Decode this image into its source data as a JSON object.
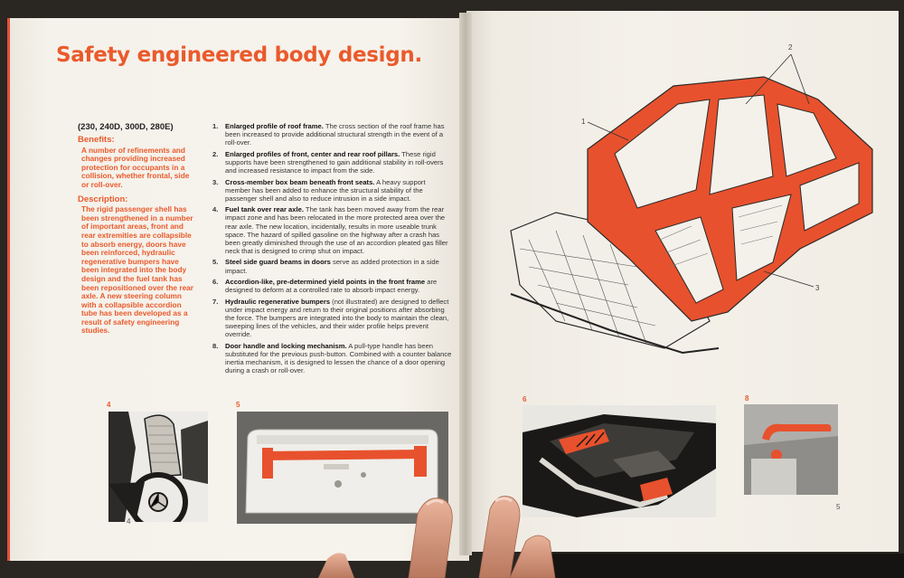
{
  "title": "Safety engineered body design.",
  "models": "(230, 240D, 300D, 280E)",
  "benefits": {
    "heading": "Benefits:",
    "text": "A number of refinements and changes providing increased protection for occupants in a collision, whether frontal, side or roll-over."
  },
  "description": {
    "heading": "Description:",
    "text": "The rigid passenger shell has been strengthened in a number of important areas, front and rear extremities are collapsible to absorb energy, doors have been reinforced, hydraulic regenerative bumpers have been integrated into the body design and the fuel tank has been repositioned over the rear axle. A new steering column with a collapsible accordion tube has been developed as a result of safety engineering studies."
  },
  "items": [
    {
      "num": "1.",
      "label": "Enlarged profile of roof frame.",
      "text": " The cross section of the roof frame has been increased to provide additional structural strength in the event of a roll-over."
    },
    {
      "num": "2.",
      "label": "Enlarged profiles of front, center and rear roof pillars.",
      "text": " These rigid supports have been strengthened to gain additional stability in roll-overs and increased resistance to impact from the side."
    },
    {
      "num": "3.",
      "label": "Cross-member box beam beneath front seats.",
      "text": " A heavy support member has been added to enhance the structural stability of the passenger shell and also to reduce intrusion in a side impact."
    },
    {
      "num": "4.",
      "label": "Fuel tank over rear axle.",
      "text": " The tank has been moved away from the rear impact zone and has been relocated in the more protected area over the rear axle. The new location, incidentally, results in more useable trunk space. The hazard of spilled gasoline on the highway after a crash has been greatly diminished through the use of an accordion pleated gas filler neck that is designed to crimp shut on impact."
    },
    {
      "num": "5.",
      "label": "Steel side guard beams in doors",
      "text": " serve as added protection in a side impact."
    },
    {
      "num": "6.",
      "label": "Accordion-like, pre-determined yield points in the front frame",
      "text": " are designed to deform at a controlled rate to absorb impact energy."
    },
    {
      "num": "7.",
      "label": "Hydraulic regenerative bumpers",
      "text": " (not illustrated) are designed to deflect under impact energy and return to their original positions after absorbing the force. The bumpers are integrated into the body to maintain the clean, sweeping lines of the vehicles, and their wider profile helps prevent override."
    },
    {
      "num": "8.",
      "label": "Door handle and locking mechanism.",
      "text": " A pull-type handle has been substituted for the previous push-button. Combined with a counter balance inertia mechanism, it is designed to lessen the chance of a door opening during a crash or roll-over."
    }
  ],
  "diagram_labels": [
    "1",
    "2",
    "3"
  ],
  "photo_labels": [
    "4",
    "5",
    "6",
    "8"
  ],
  "page_numbers": [
    "4",
    "5"
  ],
  "colors": {
    "accent": "#ea5a2c",
    "paper": "#f4f1ea"
  }
}
